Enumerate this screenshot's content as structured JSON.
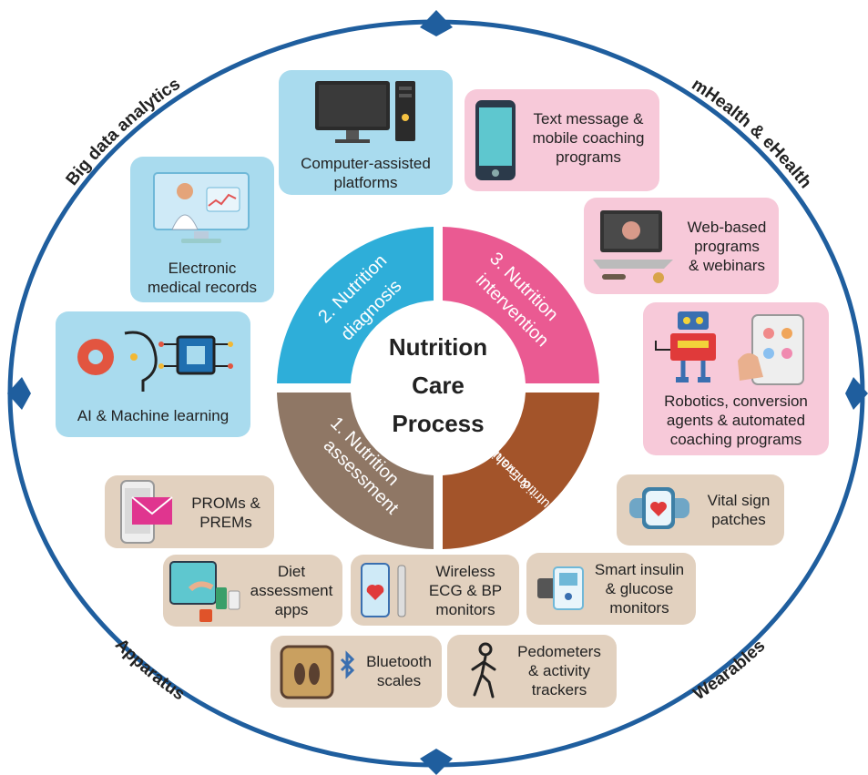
{
  "colors": {
    "ring": "#1f5e9e",
    "diagnosis": "#2eaed9",
    "intervention": "#ea5a92",
    "assessment": "#8f7765",
    "monitoring": "#a3542a",
    "blue_box": "#a9dbee",
    "pink_box": "#f7c9d9",
    "tan_box": "#e2d1bf"
  },
  "center": {
    "line1": "Nutrition",
    "line2": "Care",
    "line3": "Process"
  },
  "segments": {
    "diagnosis": {
      "line1": "2. Nutrition",
      "line2": "diagnosis"
    },
    "intervention": {
      "line1": "3. Nutrition",
      "line2": "intervention"
    },
    "assessment": {
      "line1": "1. Nutrition",
      "line2": "assessment"
    },
    "monitoring": {
      "line1": "4. Nutrition monitoring",
      "line2": "& Evaluation"
    }
  },
  "ring_labels": {
    "top_left": "Big data analytics",
    "top_right": "mHealth & eHealth",
    "bottom_left": "Apparatus",
    "bottom_right": "Wearables"
  },
  "boxes": {
    "computer": {
      "line1": "Computer-assisted",
      "line2": "platforms",
      "icon": "computer-icon"
    },
    "emr": {
      "line1": "Electronic",
      "line2": "medical records",
      "icon": "doctor-screen-icon"
    },
    "ai": {
      "line1": "AI & Machine learning",
      "icon": "ai-brain-chip-icon"
    },
    "text": {
      "line1": "Text message &",
      "line2": "mobile coaching",
      "line3": "programs",
      "icon": "smartphone-icon"
    },
    "web": {
      "line1": "Web-based",
      "line2": "programs",
      "line3": "& webinars",
      "icon": "laptop-icon"
    },
    "robotics": {
      "line1": "Robotics, conversion",
      "line2": "agents & automated",
      "line3": "coaching programs",
      "icon": "robot-icon"
    },
    "vital": {
      "line1": "Vital sign",
      "line2": "patches",
      "icon": "smartwatch-icon"
    },
    "smart_insulin": {
      "line1": "Smart insulin",
      "line2": "& glucose",
      "line3": "monitors",
      "icon": "glucose-monitor-icon"
    },
    "proms": {
      "line1": "PROMs &",
      "line2": "PREMs",
      "icon": "phone-mail-icon"
    },
    "diet": {
      "line1": "Diet",
      "line2": "assessment",
      "line3": "apps",
      "icon": "tablet-pills-icon"
    },
    "wireless": {
      "line1": "Wireless",
      "line2": "ECG & BP",
      "line3": "monitors",
      "icon": "phone-heart-icon"
    },
    "bluetooth": {
      "line1": "Bluetooth",
      "line2": "scales",
      "icon": "scale-bluetooth-icon"
    },
    "pedometers": {
      "line1": "Pedometers",
      "line2": "& activity",
      "line3": "trackers",
      "icon": "walking-person-icon"
    }
  }
}
